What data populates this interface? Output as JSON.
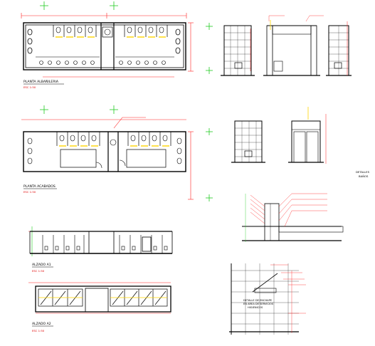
{
  "drawing": {
    "colors": {
      "line": "#000000",
      "dimension": "#ff2020",
      "accent_yellow": "#ffd400",
      "axis_marker": "#22cc22",
      "title_red": "#e00000"
    },
    "plans": [
      {
        "title": "PLANTA ALBAÑILERIA",
        "scale": "ESC 1:50"
      },
      {
        "title": "PLANTA ACABADOS",
        "scale": "ESC 1:50"
      }
    ],
    "elevations": [
      {
        "title": "ALZADO A1",
        "scale": "ESC 1:50"
      },
      {
        "title": "ALZADO A2",
        "scale": "ESC 1:50"
      }
    ],
    "details": {
      "rest_label": [
        "DETALLES",
        "BAÑOS"
      ],
      "wall_detail_title": [
        "DETALLE DE ENCHAPE",
        "EN AREA DE SERVICIOS",
        "HIGIENICOS"
      ]
    }
  }
}
